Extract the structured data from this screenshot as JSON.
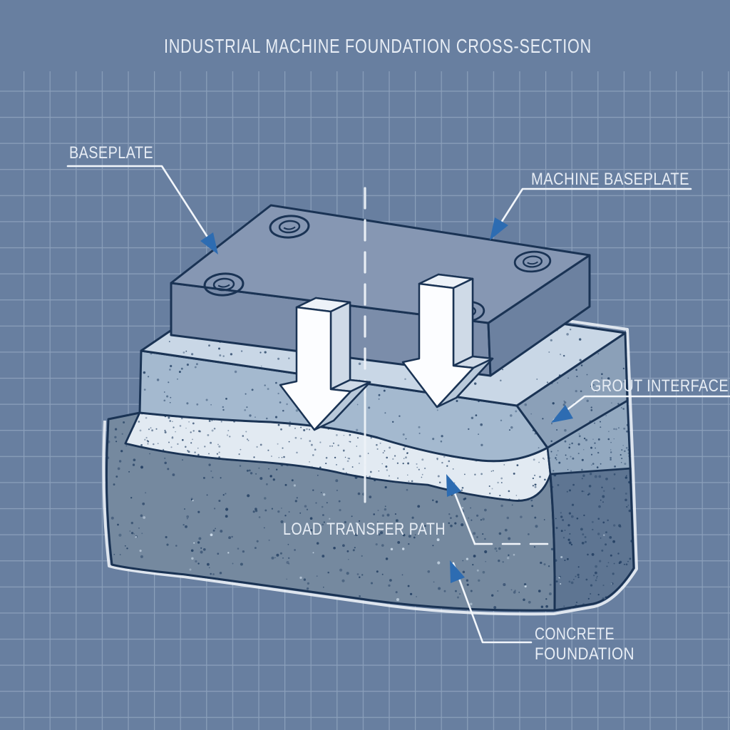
{
  "title": "INDUSTRIAL MACHINE FOUNDATION CROSS-SECTION",
  "labels": {
    "baseplate": "BASEPLATE",
    "machine_baseplate": "MACHINE BASEPLATE",
    "grout_interface": "GROUT INTERFACE",
    "load_transfer_path": "LOAD TRANSFER PATH",
    "concrete_foundation_line1": "CONCRETE",
    "concrete_foundation_line2": "FOUNDATION"
  },
  "diagram": {
    "style": "blueprint technical illustration",
    "parts": [
      "machine baseplate",
      "grout layer",
      "grout interface",
      "concrete foundation"
    ],
    "load_arrow_icon": "3d-block-arrow-down",
    "load_arrows_count": 2,
    "bolt_holes_count": 4
  },
  "colors": {
    "background": "#687fa0",
    "grid_line": "#c6d4e8",
    "outline": "#1a3354",
    "leader_line": "#f2f6fb",
    "leader_arrowhead": "#2d6cb2",
    "label_text": "#e7edf5",
    "baseplate_top": "#8697b3",
    "baseplate_front": "#7b8daa",
    "baseplate_side": "#6c81a0",
    "grout_top": "#c9d7e6",
    "grout_front": "#a4b9cf",
    "grout_side": "#8ba0b8",
    "interface_band_front": "#e2eaf2",
    "interface_band_side": "#93a9c0",
    "foundation_front": "#75899f",
    "foundation_side": "#5e7592",
    "load_arrow_fill": "#fcfdff",
    "centerline": "#eef3f9"
  }
}
